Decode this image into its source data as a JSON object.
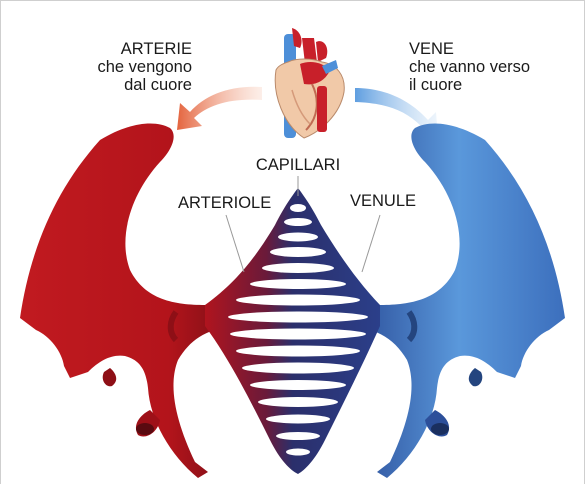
{
  "labels": {
    "arteries": [
      "ARTERIE",
      "che vengono",
      "dal cuore"
    ],
    "veins": [
      "VENE",
      "che vanno verso",
      "il cuore"
    ],
    "capillaries": "CAPILLARI",
    "arterioles": "ARTERIOLE",
    "venules": "VENULE"
  },
  "colors": {
    "artery": "#c4171d",
    "artery_dark": "#8e0f16",
    "vein": "#4f8fd3",
    "vein_dark": "#24457f",
    "capillary": "#2b2f6b",
    "arrow_red": "#e87a5a",
    "arrow_blue": "#7fb0e6",
    "text": "#1a1a1a"
  }
}
